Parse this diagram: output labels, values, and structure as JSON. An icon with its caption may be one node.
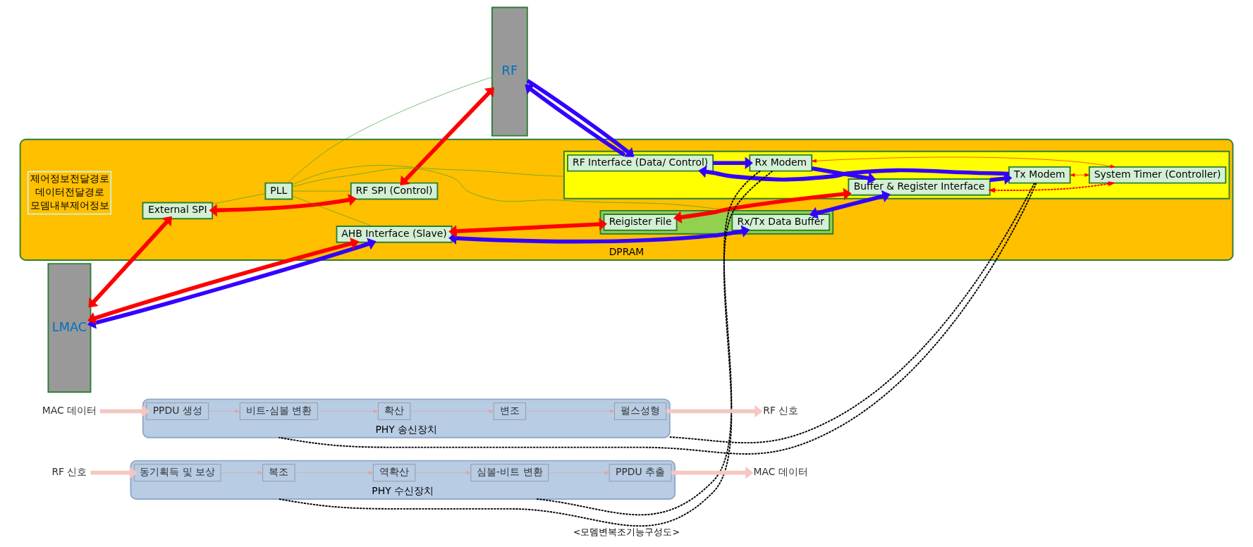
{
  "diagram": {
    "caption": "<모뎀변복조기능구성도>",
    "nodes": [
      {
        "text": [
          "LMAC"
        ]
      },
      {
        "text": [
          "RF"
        ]
      },
      {
        "text": [
          "DPRAM"
        ]
      },
      {
        "text": [
          "External SPI"
        ],
        "in": 2
      },
      {
        "text": [
          "RF SPI (Control)"
        ],
        "in": 2
      },
      {
        "text": [
          "PLL"
        ],
        "in": 2
      },
      {
        "text": [
          "AHB Interface (Slave)"
        ],
        "in": 2
      },
      {
        "text": [],
        "shape": "box",
        "in": 2
      },
      {
        "text": [
          "Rx/Tx Data Buffer"
        ],
        "in": 7
      },
      {
        "text": [
          "Reigister File"
        ],
        "in": 7
      },
      {
        "text": [],
        "shape": "box",
        "in": 2
      },
      {
        "text": [
          "Tx Modem"
        ],
        "in": 10
      },
      {
        "text": [
          "Buffer & Register Interface"
        ],
        "in": 10
      },
      {
        "text": [
          "System Timer (Controller)"
        ],
        "in": 10
      },
      {
        "text": [
          "RF Interface (Data/ Control)"
        ],
        "in": 10
      },
      {
        "text": [
          "Rx Modem"
        ],
        "in": 10
      },
      {
        "text": [
          "PHY 송신장치"
        ]
      },
      {
        "text": [
          "PPDU 생성"
        ],
        "in": 16
      },
      {
        "text": [
          "비트-심볼 변환"
        ],
        "in": 16
      },
      {
        "text": [
          "확산"
        ],
        "in": 16
      },
      {
        "text": [
          "변조"
        ],
        "in": 16
      },
      {
        "text": [
          "펄스성형"
        ],
        "in": 16
      },
      {
        "text": [
          "PHY 수신장치"
        ]
      },
      {
        "text": [
          "동기획득 및 보상"
        ],
        "in": 22
      },
      {
        "text": [
          "복조"
        ],
        "in": 22
      },
      {
        "text": [
          "역확산"
        ],
        "in": 22
      },
      {
        "text": [
          "심볼-비트 변환"
        ],
        "in": 22
      },
      {
        "text": [
          "PPDU 추출"
        ],
        "in": 22
      },
      {
        "text": [
          "MAC 데이터"
        ]
      },
      {
        "text": [
          "RF 신호"
        ]
      },
      {
        "text": [
          "RF 신호"
        ]
      },
      {
        "text": [
          "MAC 데이터"
        ]
      }
    ],
    "edges": [
      {
        "from": 0,
        "to": 3,
        "arrow": "both",
        "style": "thick",
        "color": "#ff0000"
      },
      {
        "from": 3,
        "to": 4,
        "arrow": "both",
        "style": "thick",
        "color": "#ff0000"
      },
      {
        "from": 4,
        "to": 1,
        "arrow": "both",
        "style": "thick",
        "color": "#ff0000"
      },
      {
        "from": 3,
        "to": 5,
        "arrow": "none",
        "color": "#339933"
      },
      {
        "from": 5,
        "to": 4,
        "arrow": "none",
        "color": "#339933"
      },
      {
        "from": 5,
        "to": 7,
        "arrow": "none",
        "color": "#339933"
      },
      {
        "from": 5,
        "to": 10,
        "arrow": "none",
        "color": "#339933"
      },
      {
        "from": 5,
        "to": 1,
        "arrow": "none",
        "color": "#339933"
      },
      {
        "from": 5,
        "to": 6,
        "arrow": "none",
        "color": "#339933"
      },
      {
        "from": 0,
        "to": 6,
        "arrow": "both",
        "style": "thick",
        "color": "#3300ff"
      },
      {
        "from": 0,
        "to": 6,
        "arrow": "both",
        "style": "thick",
        "color": "#ff0000"
      },
      {
        "from": 6,
        "to": 8,
        "arrow": "both",
        "style": "thick",
        "color": "#3300ff"
      },
      {
        "from": 6,
        "to": 9,
        "arrow": "both",
        "style": "thick",
        "color": "#ff0000"
      },
      {
        "from": 8,
        "to": 12,
        "arrow": "both",
        "style": "thick",
        "color": "#3300ff"
      },
      {
        "from": 9,
        "to": 12,
        "arrow": "both",
        "style": "thick",
        "color": "#ff0000"
      },
      {
        "from": 12,
        "to": 11,
        "arrow": "to",
        "style": "thick",
        "color": "#3300ff"
      },
      {
        "from": 11,
        "to": 14,
        "arrow": "to",
        "style": "thick",
        "color": "#3300ff"
      },
      {
        "from": 14,
        "to": 15,
        "arrow": "to",
        "style": "thick",
        "color": "#3300ff"
      },
      {
        "from": 15,
        "to": 12,
        "arrow": "to",
        "style": "thick",
        "color": "#3300ff"
      },
      {
        "from": 14,
        "to": 1,
        "arrow": "to",
        "style": "thick",
        "color": "#3300ff"
      },
      {
        "from": 1,
        "to": 14,
        "arrow": "to",
        "style": "thick",
        "color": "#3300ff"
      },
      {
        "from": 12,
        "to": 13,
        "arrow": "both",
        "style": "dashed",
        "color": "#ff0000"
      },
      {
        "from": 11,
        "to": 13,
        "arrow": "both",
        "color": "#ff0000"
      },
      {
        "from": 13,
        "to": 15,
        "arrow": "both",
        "color": "#ff0000"
      },
      {
        "from": 11,
        "to": 16,
        "arrow": "none",
        "style": "dashed",
        "color": "#000000"
      },
      {
        "from": 11,
        "to": 16,
        "arrow": "none",
        "style": "dashed",
        "color": "#000000"
      },
      {
        "from": 15,
        "to": 22,
        "arrow": "none",
        "style": "dashed",
        "color": "#000000"
      },
      {
        "from": 15,
        "to": 22,
        "arrow": "none",
        "style": "dashed",
        "color": "#000000"
      },
      {
        "from": 17,
        "to": 18,
        "arrow": "to",
        "color": "#e6a0a0"
      },
      {
        "from": 18,
        "to": 19,
        "arrow": "to",
        "color": "#e6a0a0"
      },
      {
        "from": 19,
        "to": 20,
        "arrow": "to",
        "color": "#e6a0a0"
      },
      {
        "from": 20,
        "to": 21,
        "arrow": "to",
        "color": "#e6a0a0"
      },
      {
        "from": 23,
        "to": 24,
        "arrow": "to",
        "color": "#e6a0a0"
      },
      {
        "from": 24,
        "to": 25,
        "arrow": "to",
        "color": "#e6a0a0"
      },
      {
        "from": 25,
        "to": 26,
        "arrow": "to",
        "color": "#e6a0a0"
      },
      {
        "from": 26,
        "to": 27,
        "arrow": "to",
        "color": "#e6a0a0"
      },
      {
        "from": 28,
        "to": 17,
        "arrow": "to",
        "style": "thick",
        "color": "#f4c7c3"
      },
      {
        "from": 21,
        "to": 29,
        "arrow": "to",
        "style": "thick",
        "color": "#f4c7c3"
      },
      {
        "from": 30,
        "to": 23,
        "arrow": "to",
        "style": "thick",
        "color": "#f4c7c3"
      },
      {
        "from": 27,
        "to": 31,
        "arrow": "to",
        "style": "thick",
        "color": "#f4c7c3"
      }
    ],
    "legend": [
      {
        "text": "제어정보전달경로"
      },
      {
        "text": "데이터전달경로"
      },
      {
        "text": "모뎀내부제어정보"
      }
    ]
  }
}
